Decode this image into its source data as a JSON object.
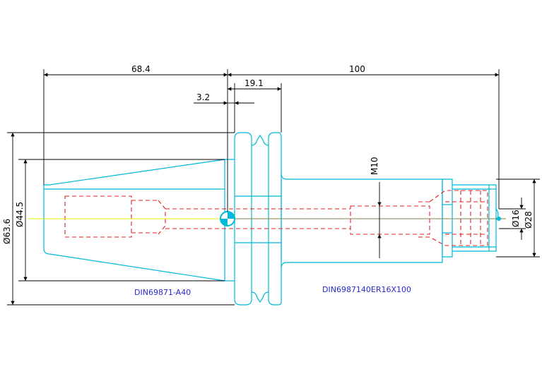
{
  "colors": {
    "outline": "#00b8d8",
    "hidden": "#e02020",
    "center": "#e8e800",
    "dimension": "#000000",
    "label": "#2a2ad0"
  },
  "dimensions": {
    "overall_left": "68.4",
    "overall_right": "100",
    "flange_width": "19.1",
    "gap": "3.2",
    "thread": "M10",
    "dia_large": "Ø63.6",
    "dia_taper": "Ø44.5",
    "dia_collet": "Ø16",
    "dia_nut": "Ø28"
  },
  "labels": {
    "arbor": "DIN69871-A40",
    "holder": "DIN6987140ER16X100"
  }
}
